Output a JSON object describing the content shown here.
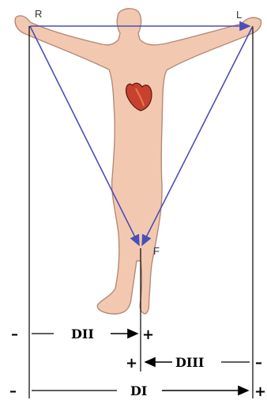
{
  "electrodes": {
    "right_arm": "R",
    "left_arm": "L",
    "foot": "F"
  },
  "leads": {
    "dii": {
      "label": "DII",
      "negative": "–",
      "positive": "+"
    },
    "diii": {
      "label": "DIII",
      "negative": "–",
      "positive": "+"
    },
    "di": {
      "label": "DI",
      "negative": "–",
      "positive": "+"
    }
  },
  "colors": {
    "skin": "#f2c9b0",
    "skin_outline": "#b58a76",
    "triangle": "#4a4fb6",
    "heart": "#c7412f",
    "line": "#000000"
  }
}
